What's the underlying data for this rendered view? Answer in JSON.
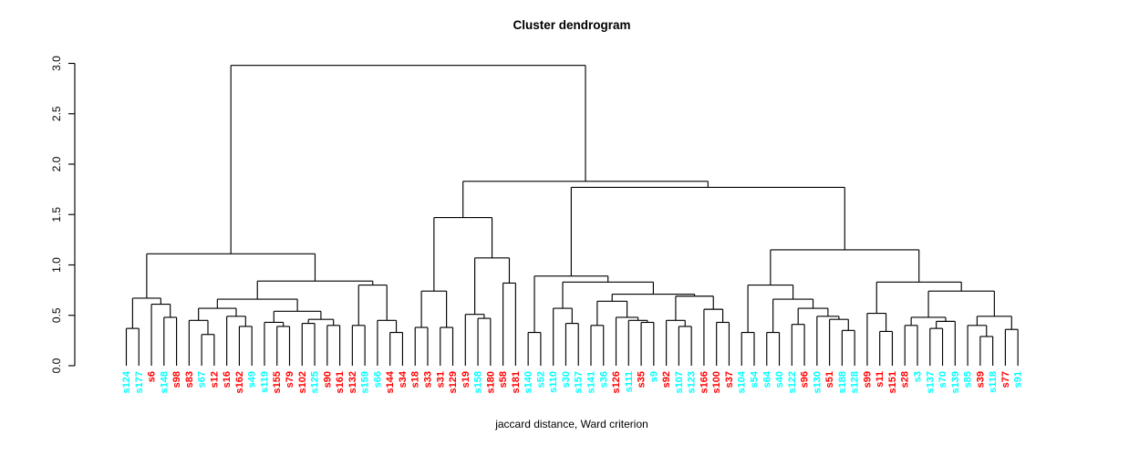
{
  "chart_data": {
    "type": "dendrogram",
    "title": "Cluster dendrogram",
    "subtitle": "jaccard distance, Ward criterion",
    "ylabel": "",
    "ylim": [
      0,
      3
    ],
    "yticks": [
      "0.0",
      "0.5",
      "1.0",
      "1.5",
      "2.0",
      "2.5",
      "3.0"
    ],
    "grid": false,
    "legend": "none",
    "colors": {
      "cyan": "#00FFFF",
      "red": "#FF0000",
      "line": "#000000",
      "axis": "#000000"
    },
    "leaves": [
      {
        "label": "s124",
        "color": "cyan"
      },
      {
        "label": "s177",
        "color": "cyan"
      },
      {
        "label": "s6",
        "color": "red"
      },
      {
        "label": "s148",
        "color": "cyan"
      },
      {
        "label": "s98",
        "color": "red"
      },
      {
        "label": "s83",
        "color": "red"
      },
      {
        "label": "s67",
        "color": "cyan"
      },
      {
        "label": "s12",
        "color": "red"
      },
      {
        "label": "s16",
        "color": "red"
      },
      {
        "label": "s162",
        "color": "red"
      },
      {
        "label": "s49",
        "color": "cyan"
      },
      {
        "label": "s119",
        "color": "cyan"
      },
      {
        "label": "s155",
        "color": "red"
      },
      {
        "label": "s79",
        "color": "red"
      },
      {
        "label": "s102",
        "color": "red"
      },
      {
        "label": "s125",
        "color": "cyan"
      },
      {
        "label": "s90",
        "color": "red"
      },
      {
        "label": "s161",
        "color": "red"
      },
      {
        "label": "s132",
        "color": "red"
      },
      {
        "label": "s159",
        "color": "cyan"
      },
      {
        "label": "s66",
        "color": "cyan"
      },
      {
        "label": "s144",
        "color": "red"
      },
      {
        "label": "s34",
        "color": "red"
      },
      {
        "label": "s18",
        "color": "red"
      },
      {
        "label": "s33",
        "color": "red"
      },
      {
        "label": "s31",
        "color": "red"
      },
      {
        "label": "s129",
        "color": "red"
      },
      {
        "label": "s19",
        "color": "red"
      },
      {
        "label": "s158",
        "color": "cyan"
      },
      {
        "label": "s180",
        "color": "red"
      },
      {
        "label": "s58",
        "color": "red"
      },
      {
        "label": "s181",
        "color": "red"
      },
      {
        "label": "s140",
        "color": "cyan"
      },
      {
        "label": "s52",
        "color": "cyan"
      },
      {
        "label": "s110",
        "color": "cyan"
      },
      {
        "label": "s30",
        "color": "cyan"
      },
      {
        "label": "s157",
        "color": "cyan"
      },
      {
        "label": "s141",
        "color": "cyan"
      },
      {
        "label": "s36",
        "color": "cyan"
      },
      {
        "label": "s126",
        "color": "red"
      },
      {
        "label": "s111",
        "color": "cyan"
      },
      {
        "label": "s35",
        "color": "red"
      },
      {
        "label": "s9",
        "color": "cyan"
      },
      {
        "label": "s92",
        "color": "red"
      },
      {
        "label": "s107",
        "color": "cyan"
      },
      {
        "label": "s123",
        "color": "cyan"
      },
      {
        "label": "s166",
        "color": "red"
      },
      {
        "label": "s100",
        "color": "red"
      },
      {
        "label": "s37",
        "color": "red"
      },
      {
        "label": "s104",
        "color": "cyan"
      },
      {
        "label": "s54",
        "color": "cyan"
      },
      {
        "label": "s64",
        "color": "cyan"
      },
      {
        "label": "s40",
        "color": "cyan"
      },
      {
        "label": "s122",
        "color": "cyan"
      },
      {
        "label": "s96",
        "color": "red"
      },
      {
        "label": "s130",
        "color": "cyan"
      },
      {
        "label": "s51",
        "color": "red"
      },
      {
        "label": "s188",
        "color": "cyan"
      },
      {
        "label": "s128",
        "color": "cyan"
      },
      {
        "label": "s99",
        "color": "red"
      },
      {
        "label": "s11",
        "color": "red"
      },
      {
        "label": "s151",
        "color": "red"
      },
      {
        "label": "s28",
        "color": "red"
      },
      {
        "label": "s3",
        "color": "cyan"
      },
      {
        "label": "s137",
        "color": "cyan"
      },
      {
        "label": "s70",
        "color": "cyan"
      },
      {
        "label": "s139",
        "color": "cyan"
      },
      {
        "label": "s85",
        "color": "cyan"
      },
      {
        "label": "s39",
        "color": "red"
      },
      {
        "label": "s118",
        "color": "cyan"
      },
      {
        "label": "s77",
        "color": "red"
      },
      {
        "label": "s91",
        "color": "cyan"
      }
    ],
    "tree": [
      2.98,
      [
        1.11,
        [
          0.67,
          [
            0.37,
            "s124",
            "s177"
          ],
          [
            0.61,
            "s6",
            [
              0.48,
              "s148",
              "s98"
            ]
          ]
        ],
        [
          0.84,
          [
            0.66,
            [
              0.57,
              [
                0.45,
                "s83",
                [
                  0.31,
                  "s67",
                  "s12"
                ]
              ],
              [
                0.49,
                "s16",
                [
                  0.39,
                  "s162",
                  "s49"
                ]
              ]
            ],
            [
              0.54,
              [
                0.43,
                "s119",
                [
                  0.39,
                  "s155",
                  "s79"
                ]
              ],
              [
                0.46,
                [
                  0.42,
                  "s102",
                  "s125"
                ],
                [
                  0.4,
                  "s90",
                  "s161"
                ]
              ]
            ]
          ],
          [
            0.8,
            [
              0.4,
              "s132",
              "s159"
            ],
            [
              0.45,
              "s66",
              [
                0.33,
                "s144",
                "s34"
              ]
            ]
          ]
        ]
      ],
      [
        1.83,
        [
          1.47,
          [
            0.74,
            [
              0.38,
              "s18",
              "s33"
            ],
            [
              0.38,
              "s31",
              "s129"
            ]
          ],
          [
            1.07,
            [
              0.51,
              "s19",
              [
                0.47,
                "s158",
                "s180"
              ]
            ],
            [
              0.82,
              "s58",
              "s181"
            ]
          ]
        ],
        [
          1.77,
          [
            0.89,
            [
              0.33,
              "s140",
              "s52"
            ],
            [
              0.83,
              [
                0.57,
                "s110",
                [
                  0.42,
                  "s30",
                  "s157"
                ]
              ],
              [
                0.71,
                [
                  0.64,
                  [
                    0.4,
                    "s141",
                    "s36"
                  ],
                  [
                    0.48,
                    "s126",
                    [
                      0.45,
                      "s111",
                      [
                        0.43,
                        "s35",
                        "s9"
                      ]
                    ]
                  ]
                ],
                [
                  0.69,
                  [
                    0.45,
                    "s92",
                    [
                      0.39,
                      "s107",
                      "s123"
                    ]
                  ],
                  [
                    0.56,
                    "s166",
                    [
                      0.43,
                      "s100",
                      "s37"
                    ]
                  ]
                ]
              ]
            ]
          ],
          [
            1.15,
            [
              0.8,
              [
                0.33,
                "s104",
                "s54"
              ],
              [
                0.66,
                [
                  0.33,
                  "s64",
                  "s40"
                ],
                [
                  0.57,
                  [
                    0.41,
                    "s122",
                    "s96"
                  ],
                  [
                    0.49,
                    "s130",
                    [
                      0.46,
                      "s51",
                      [
                        0.35,
                        "s188",
                        "s128"
                      ]
                    ]
                  ]
                ]
              ]
            ],
            [
              0.83,
              [
                0.52,
                "s99",
                [
                  0.34,
                  "s11",
                  "s151"
                ]
              ],
              [
                0.74,
                [
                  0.48,
                  [
                    0.4,
                    "s28",
                    "s3"
                  ],
                  [
                    0.44,
                    [
                      0.37,
                      "s137",
                      "s70"
                    ],
                    "s139"
                  ]
                ],
                [
                  0.49,
                  [
                    0.4,
                    "s85",
                    [
                      0.29,
                      "s39",
                      "s118"
                    ]
                  ],
                  [
                    0.36,
                    "s77",
                    "s91"
                  ]
                ]
              ]
            ]
          ]
        ]
      ]
    ]
  }
}
